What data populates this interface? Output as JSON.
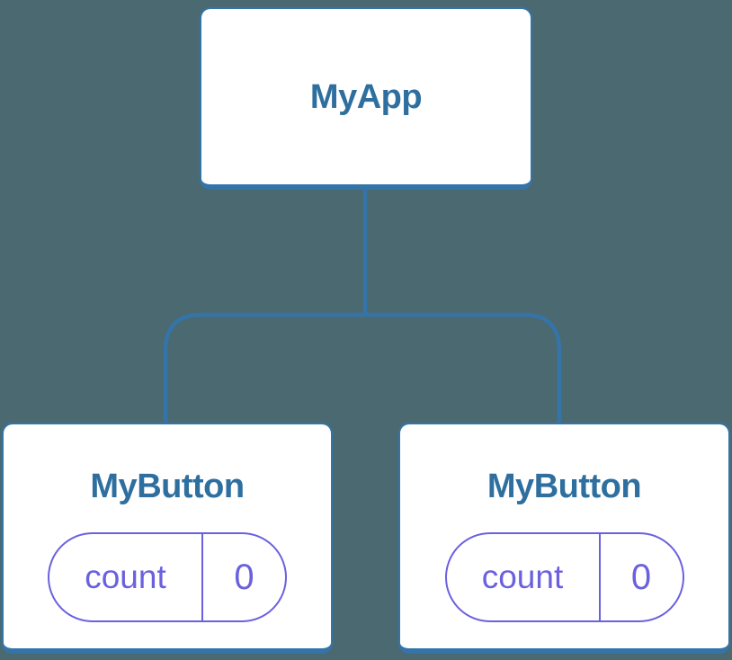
{
  "diagram": {
    "root": {
      "label": "MyApp"
    },
    "children": [
      {
        "label": "MyButton",
        "state": {
          "name": "count",
          "value": "0"
        }
      },
      {
        "label": "MyButton",
        "state": {
          "name": "count",
          "value": "0"
        }
      }
    ]
  },
  "colors": {
    "background": "#4b6971",
    "node_bg": "#ffffff",
    "node_border": "#3474a8",
    "node_label": "#2e6f9f",
    "state_accent": "#6b61de"
  }
}
